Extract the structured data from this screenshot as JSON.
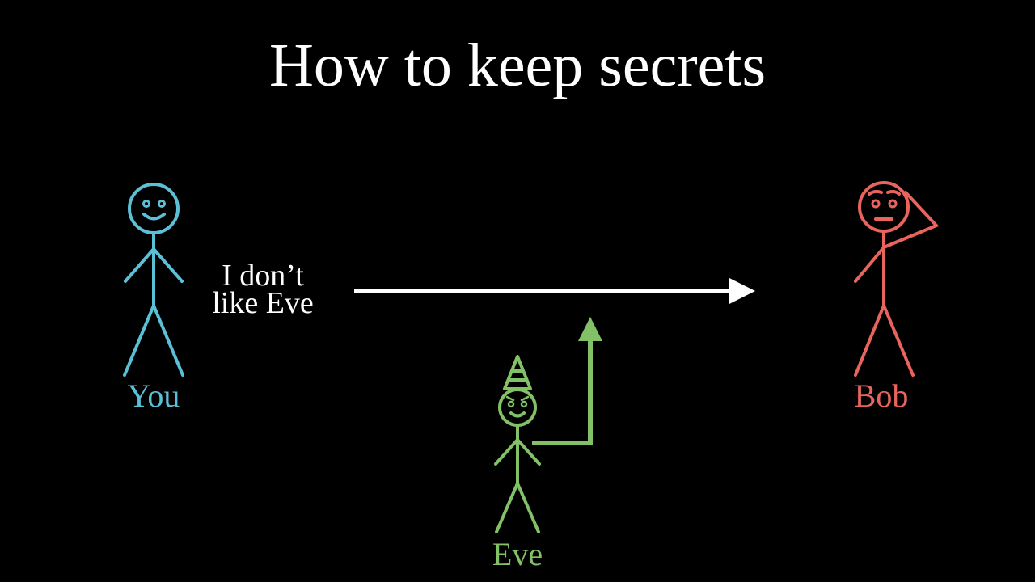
{
  "title": "How to keep secrets",
  "message": {
    "line1": "I don’t",
    "line2": "like Eve"
  },
  "characters": [
    {
      "name": "You",
      "color": "#5bbfd6"
    },
    {
      "name": "Bob",
      "color": "#e8645c"
    },
    {
      "name": "Eve",
      "color": "#83c167"
    }
  ],
  "colors": {
    "background": "#000000",
    "text": "#ffffff",
    "you": "#5bbfd6",
    "bob": "#e8645c",
    "eve": "#83c167"
  }
}
